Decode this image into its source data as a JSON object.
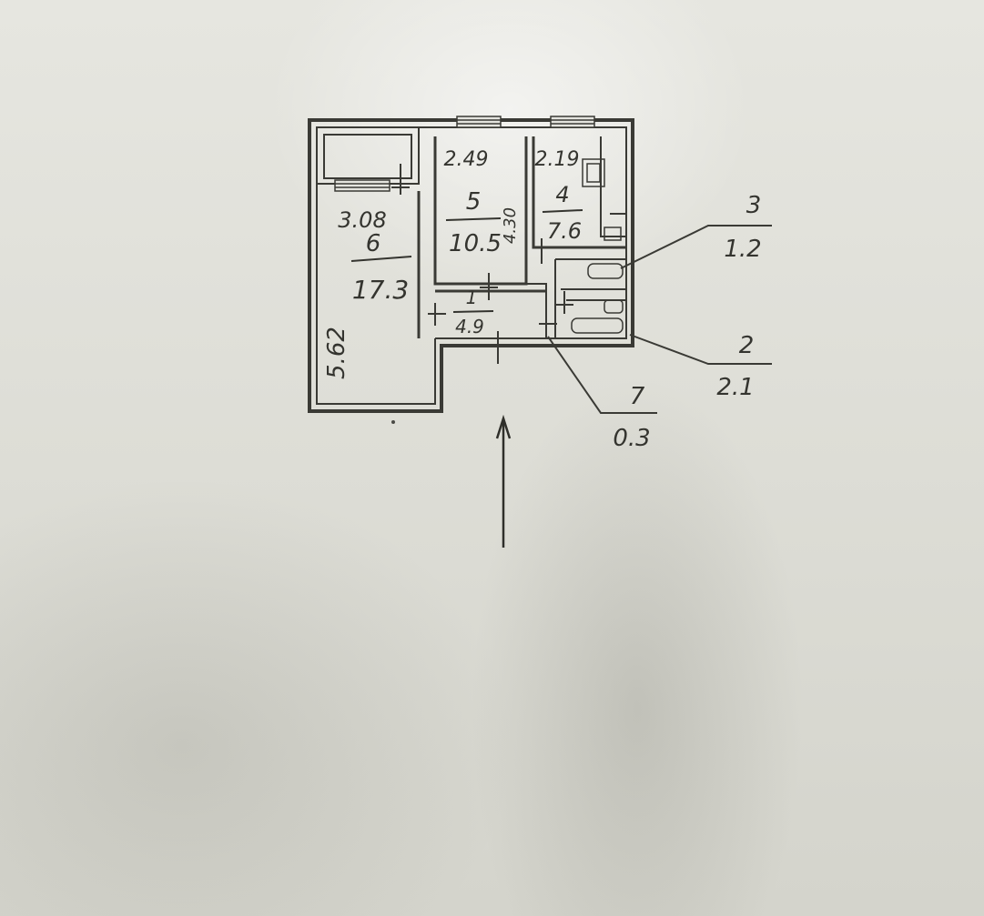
{
  "plan": {
    "rooms": [
      {
        "number": "1",
        "area": "4.9"
      },
      {
        "number": "2",
        "area": "2.1"
      },
      {
        "number": "3",
        "area": "1.2"
      },
      {
        "number": "4",
        "area": "7.6"
      },
      {
        "number": "5",
        "area": "10.5"
      },
      {
        "number": "6",
        "area": "17.3"
      },
      {
        "number": "7",
        "area": "0.3"
      }
    ],
    "dimensions": {
      "room6_width": "3.08",
      "room6_length": "5.62",
      "room5_width": "2.49",
      "room5_length": "4.30",
      "room4_width": "2.19"
    }
  }
}
